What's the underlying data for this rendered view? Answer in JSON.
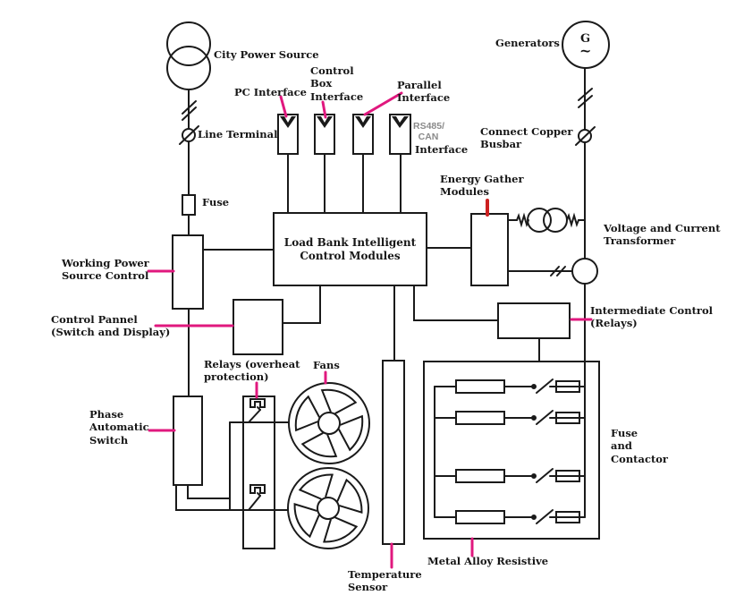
{
  "colors": {
    "line": "#1a1a1a",
    "accent-pink": "#e0187e",
    "accent-red": "#cc2020",
    "muted": "#8a8a8a"
  },
  "labels": {
    "city_power": "City Power Source",
    "generators": "Generators",
    "gen_letter": "G",
    "gen_wave": "~",
    "pc_interface": "PC Interface",
    "control_box_interface": "Control\nBox\nInterface",
    "parallel_interface": "Parallel\nInterface",
    "rs485": "RS485/\nCAN",
    "rs485_interface": "Interface",
    "line_terminal": "Line Terminal",
    "connect_copper": "Connect Copper\nBusbar",
    "fuse": "Fuse",
    "energy_gather": "Energy Gather\nModules",
    "voltage_current": "Voltage and Current\nTransformer",
    "working_power": "Working Power\nSource Control",
    "control_pannel": "Control Pannel\n(Switch and Display)",
    "intermediate_control": "Intermediate Control\n(Relays)",
    "relays_overheat": "Relays  (overheat\nprotection)",
    "fans": "Fans",
    "phase_automatic": "Phase\nAutomatic\nSwitch",
    "fuse_contactor": "Fuse\nand\nContactor",
    "load_bank": "Load Bank Intelligent\nControl Modules",
    "temperature_sensor": "Temperature\nSensor",
    "metal_alloy": "Metal Alloy Resistive"
  }
}
